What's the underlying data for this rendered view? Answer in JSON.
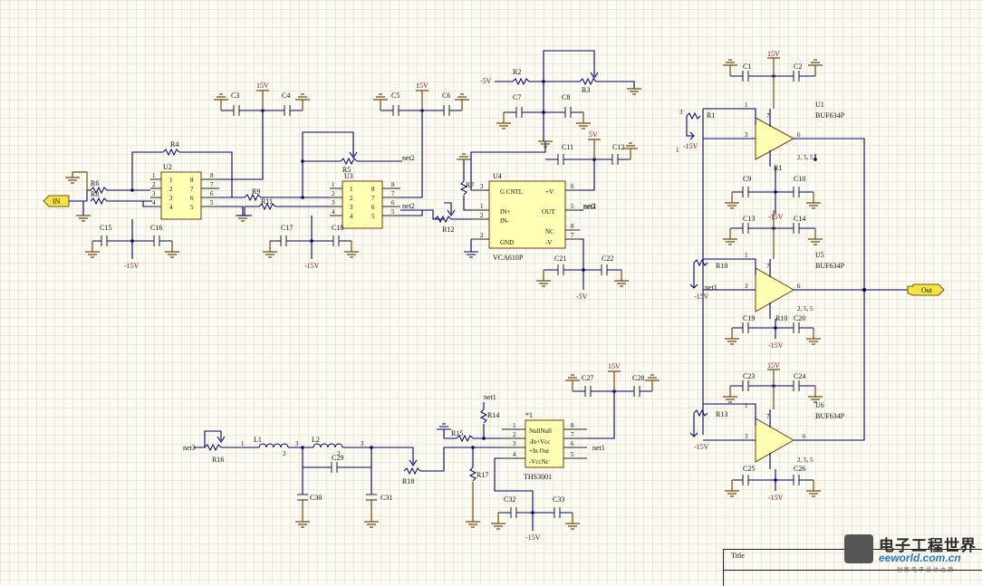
{
  "ports": {
    "input": "IN",
    "output": "Out"
  },
  "nets": {
    "net1": "net1",
    "net2": "net2",
    "net3": "net3"
  },
  "rails": {
    "p15": "15V",
    "m15": "-15V",
    "p5": "5V",
    "m5": "-5V"
  },
  "chips": {
    "u2": {
      "ref": "U2",
      "pins_left": [
        "1",
        "2",
        "3",
        "4"
      ],
      "pins_right": [
        "8",
        "7",
        "6",
        "5"
      ]
    },
    "u3": {
      "ref": "U3",
      "pins_left": [
        "1",
        "2",
        "3",
        "4"
      ],
      "pins_right": [
        "8",
        "7",
        "6",
        "5"
      ]
    },
    "u4": {
      "ref": "U4",
      "part": "VCA610P",
      "pins": [
        "G CNTL",
        "IN+",
        "IN-",
        "GND",
        "+V",
        "OUT",
        "NC",
        "-V"
      ],
      "pin_nums": [
        "3",
        "1",
        "2",
        "2",
        "6",
        "5",
        "8",
        "7"
      ]
    },
    "ths": {
      "ref": "*1",
      "part": "THS3001",
      "pins": [
        "NullNull",
        "-In+Vcc",
        "+In Out",
        "-VccNc"
      ],
      "pin_nums": [
        "1",
        "2",
        "3",
        "4",
        "8",
        "7",
        "6",
        "5"
      ]
    },
    "buffers": [
      {
        "ref": "U1",
        "part": "BUF634P",
        "pins": "2, 5, 5"
      },
      {
        "ref": "U5",
        "part": "BUF634P",
        "pins": "2, 5, 5"
      },
      {
        "ref": "U6",
        "part": "BUF634P",
        "pins": "2, 5, 5"
      }
    ]
  },
  "resistors": [
    "R1",
    "R2",
    "R3",
    "R4",
    "R5",
    "R6",
    "R7",
    "R8",
    "R9",
    "R10",
    "R11",
    "R12",
    "R13",
    "R14",
    "R15",
    "R16",
    "R17",
    "R18"
  ],
  "capacitors": [
    "C1",
    "C2",
    "C3",
    "C4",
    "C5",
    "C6",
    "C7",
    "C8",
    "C9",
    "C10",
    "C11",
    "C12",
    "C13",
    "C14",
    "C15",
    "C16",
    "C17",
    "C18",
    "C19",
    "C20",
    "C21",
    "C22",
    "C23",
    "C24",
    "C25",
    "C26",
    "C27",
    "C28",
    "C29",
    "C30",
    "C31",
    "C32",
    "C33"
  ],
  "inductors": [
    "L1",
    "L2"
  ],
  "pin_labels": {
    "n1": "1",
    "n2": "2",
    "n3": "3",
    "n4": "4",
    "n5": "5",
    "n6": "6",
    "n7": "7"
  },
  "title_block": {
    "title": "Title"
  },
  "logo": {
    "title": "电子工程世界",
    "site": "eeworld.com.cn",
    "slogan": "创新电子设计之源"
  }
}
